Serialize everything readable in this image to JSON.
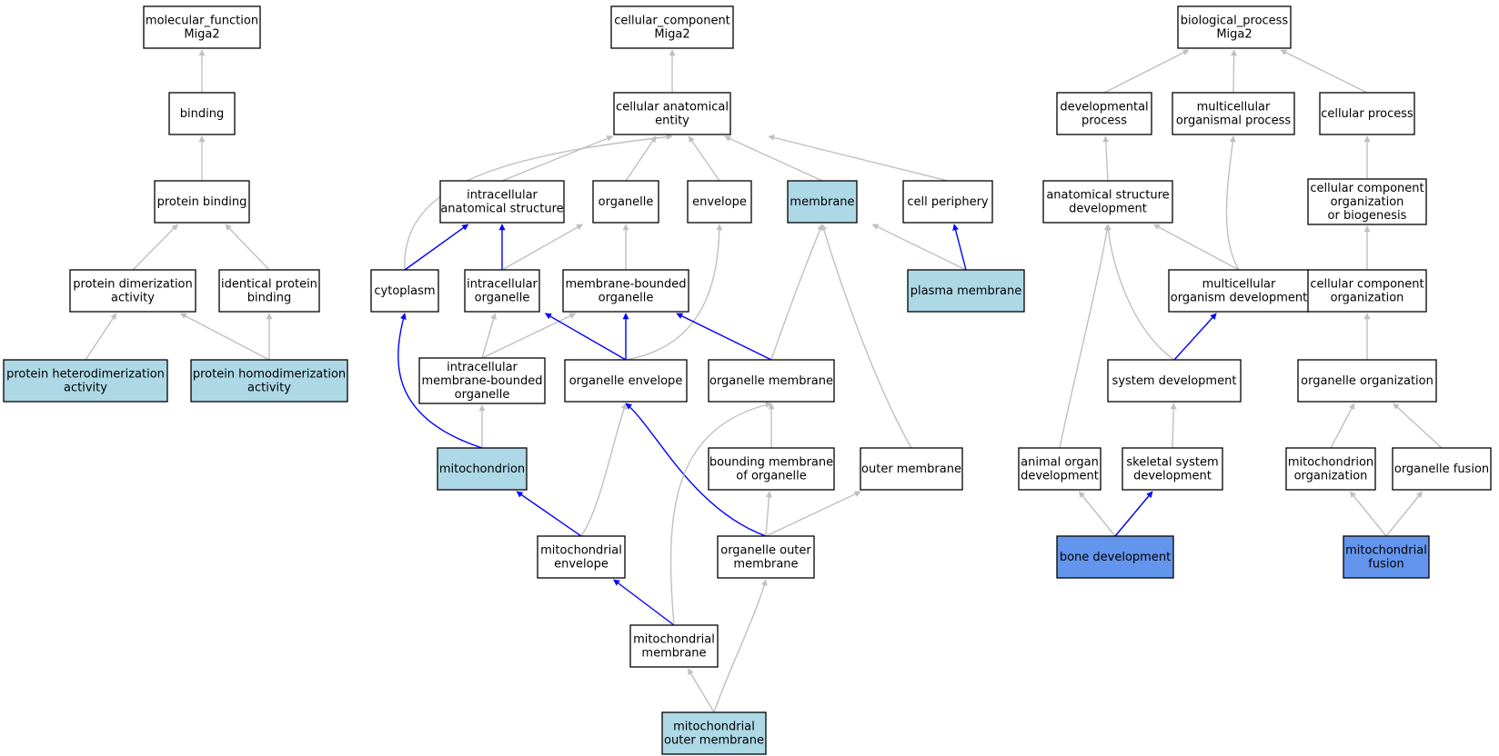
{
  "colors": {
    "default_fill": "#ffffff",
    "annotated_fill": "#add8e6",
    "direct_fill": "#6495ed",
    "edge_gray": "#c0c0c0",
    "edge_blue": "#0000ff"
  },
  "nodes": [
    {
      "id": "mf",
      "lines": [
        "molecular_function",
        "Miga2"
      ],
      "style": "default"
    },
    {
      "id": "binding",
      "lines": [
        "binding"
      ],
      "style": "default"
    },
    {
      "id": "protbind",
      "lines": [
        "protein binding"
      ],
      "style": "default"
    },
    {
      "id": "dimer",
      "lines": [
        "protein dimerization",
        "activity"
      ],
      "style": "default"
    },
    {
      "id": "identical",
      "lines": [
        "identical protein",
        "binding"
      ],
      "style": "default"
    },
    {
      "id": "hetero",
      "lines": [
        "protein heterodimerization",
        "activity"
      ],
      "style": "annotated"
    },
    {
      "id": "homo",
      "lines": [
        "protein homodimerization",
        "activity"
      ],
      "style": "annotated"
    },
    {
      "id": "cc",
      "lines": [
        "cellular_component",
        "Miga2"
      ],
      "style": "default"
    },
    {
      "id": "cae",
      "lines": [
        "cellular anatomical",
        "entity"
      ],
      "style": "default"
    },
    {
      "id": "ias",
      "lines": [
        "intracellular",
        "anatomical structure"
      ],
      "style": "default"
    },
    {
      "id": "organelle",
      "lines": [
        "organelle"
      ],
      "style": "default"
    },
    {
      "id": "envelope",
      "lines": [
        "envelope"
      ],
      "style": "default"
    },
    {
      "id": "membrane",
      "lines": [
        "membrane"
      ],
      "style": "annotated"
    },
    {
      "id": "cellper",
      "lines": [
        "cell periphery"
      ],
      "style": "default"
    },
    {
      "id": "cytoplasm",
      "lines": [
        "cytoplasm"
      ],
      "style": "default"
    },
    {
      "id": "intorg",
      "lines": [
        "intracellular",
        "organelle"
      ],
      "style": "default"
    },
    {
      "id": "mbo",
      "lines": [
        "membrane-bounded",
        "organelle"
      ],
      "style": "default"
    },
    {
      "id": "plasma",
      "lines": [
        "plasma membrane"
      ],
      "style": "annotated"
    },
    {
      "id": "imbo",
      "lines": [
        "intracellular",
        "membrane-bounded",
        "organelle"
      ],
      "style": "default"
    },
    {
      "id": "orgenv",
      "lines": [
        "organelle envelope"
      ],
      "style": "default"
    },
    {
      "id": "orgmem",
      "lines": [
        "organelle membrane"
      ],
      "style": "default"
    },
    {
      "id": "mito",
      "lines": [
        "mitochondrion"
      ],
      "style": "annotated"
    },
    {
      "id": "bmo",
      "lines": [
        "bounding membrane",
        "of organelle"
      ],
      "style": "default"
    },
    {
      "id": "outermem",
      "lines": [
        "outer membrane"
      ],
      "style": "default"
    },
    {
      "id": "mitoenv",
      "lines": [
        "mitochondrial",
        "envelope"
      ],
      "style": "default"
    },
    {
      "id": "orgouter",
      "lines": [
        "organelle outer",
        "membrane"
      ],
      "style": "default"
    },
    {
      "id": "mitomem",
      "lines": [
        "mitochondrial",
        "membrane"
      ],
      "style": "default"
    },
    {
      "id": "mitoouter",
      "lines": [
        "mitochondrial",
        "outer membrane"
      ],
      "style": "annotated"
    },
    {
      "id": "bp",
      "lines": [
        "biological_process",
        "Miga2"
      ],
      "style": "default"
    },
    {
      "id": "devproc",
      "lines": [
        "developmental",
        "process"
      ],
      "style": "default"
    },
    {
      "id": "multiproc",
      "lines": [
        "multicellular",
        "organismal process"
      ],
      "style": "default"
    },
    {
      "id": "cellproc",
      "lines": [
        "cellular process"
      ],
      "style": "default"
    },
    {
      "id": "asd",
      "lines": [
        "anatomical structure",
        "development"
      ],
      "style": "default"
    },
    {
      "id": "ccob",
      "lines": [
        "cellular component",
        "organization",
        "or biogenesis"
      ],
      "style": "default"
    },
    {
      "id": "mod",
      "lines": [
        "multicellular",
        "organism development"
      ],
      "style": "default"
    },
    {
      "id": "cco",
      "lines": [
        "cellular component",
        "organization"
      ],
      "style": "default"
    },
    {
      "id": "sysdev",
      "lines": [
        "system development"
      ],
      "style": "default"
    },
    {
      "id": "orgorg",
      "lines": [
        "organelle organization"
      ],
      "style": "default"
    },
    {
      "id": "aod",
      "lines": [
        "animal organ",
        "development"
      ],
      "style": "default"
    },
    {
      "id": "ssd",
      "lines": [
        "skeletal system",
        "development"
      ],
      "style": "default"
    },
    {
      "id": "mitoorg",
      "lines": [
        "mitochondrion",
        "organization"
      ],
      "style": "default"
    },
    {
      "id": "orgfusion",
      "lines": [
        "organelle fusion"
      ],
      "style": "default"
    },
    {
      "id": "bonedev",
      "lines": [
        "bone development"
      ],
      "style": "direct"
    },
    {
      "id": "mitofusion",
      "lines": [
        "mitochondrial",
        "fusion"
      ],
      "style": "direct"
    }
  ],
  "edges": [
    {
      "from": "binding",
      "to": "mf",
      "color": "gray"
    },
    {
      "from": "protbind",
      "to": "binding",
      "color": "gray"
    },
    {
      "from": "dimer",
      "to": "protbind",
      "color": "gray"
    },
    {
      "from": "identical",
      "to": "protbind",
      "color": "gray"
    },
    {
      "from": "hetero",
      "to": "dimer",
      "color": "gray"
    },
    {
      "from": "homo",
      "to": "dimer",
      "color": "gray"
    },
    {
      "from": "homo",
      "to": "identical",
      "color": "gray"
    },
    {
      "from": "cae",
      "to": "cc",
      "color": "gray"
    },
    {
      "from": "cytoplasm",
      "to": "cae",
      "color": "gray"
    },
    {
      "from": "ias",
      "to": "cae",
      "color": "gray"
    },
    {
      "from": "organelle",
      "to": "cae",
      "color": "gray"
    },
    {
      "from": "envelope",
      "to": "cae",
      "color": "gray"
    },
    {
      "from": "membrane",
      "to": "cae",
      "color": "gray"
    },
    {
      "from": "cellper",
      "to": "cae",
      "color": "gray"
    },
    {
      "from": "cytoplasm",
      "to": "ias",
      "color": "blue"
    },
    {
      "from": "intorg",
      "to": "ias",
      "color": "blue"
    },
    {
      "from": "intorg",
      "to": "organelle",
      "color": "gray"
    },
    {
      "from": "mbo",
      "to": "organelle",
      "color": "gray"
    },
    {
      "from": "plasma",
      "to": "membrane",
      "color": "gray"
    },
    {
      "from": "plasma",
      "to": "cellper",
      "color": "blue"
    },
    {
      "from": "imbo",
      "to": "intorg",
      "color": "gray"
    },
    {
      "from": "imbo",
      "to": "mbo",
      "color": "gray"
    },
    {
      "from": "orgenv",
      "to": "intorg",
      "color": "blue"
    },
    {
      "from": "orgenv",
      "to": "mbo",
      "color": "blue"
    },
    {
      "from": "orgenv",
      "to": "envelope",
      "color": "gray"
    },
    {
      "from": "orgmem",
      "to": "mbo",
      "color": "blue"
    },
    {
      "from": "orgmem",
      "to": "membrane",
      "color": "gray"
    },
    {
      "from": "outermem",
      "to": "membrane",
      "color": "gray"
    },
    {
      "from": "mito",
      "to": "cytoplasm",
      "color": "blue"
    },
    {
      "from": "mito",
      "to": "imbo",
      "color": "gray"
    },
    {
      "from": "bmo",
      "to": "orgmem",
      "color": "gray"
    },
    {
      "from": "mitoenv",
      "to": "mito",
      "color": "blue"
    },
    {
      "from": "mitoenv",
      "to": "orgenv",
      "color": "gray"
    },
    {
      "from": "orgouter",
      "to": "orgenv",
      "color": "blue"
    },
    {
      "from": "orgouter",
      "to": "bmo",
      "color": "gray"
    },
    {
      "from": "orgouter",
      "to": "outermem",
      "color": "gray"
    },
    {
      "from": "mitomem",
      "to": "mitoenv",
      "color": "blue"
    },
    {
      "from": "mitomem",
      "to": "orgmem",
      "color": "gray"
    },
    {
      "from": "mitoouter",
      "to": "mitomem",
      "color": "gray"
    },
    {
      "from": "mitoouter",
      "to": "orgouter",
      "color": "gray"
    },
    {
      "from": "devproc",
      "to": "bp",
      "color": "gray"
    },
    {
      "from": "multiproc",
      "to": "bp",
      "color": "gray"
    },
    {
      "from": "cellproc",
      "to": "bp",
      "color": "gray"
    },
    {
      "from": "asd",
      "to": "devproc",
      "color": "gray"
    },
    {
      "from": "mod",
      "to": "asd",
      "color": "gray"
    },
    {
      "from": "mod",
      "to": "multiproc",
      "color": "gray"
    },
    {
      "from": "sysdev",
      "to": "mod",
      "color": "blue"
    },
    {
      "from": "sysdev",
      "to": "asd",
      "color": "gray"
    },
    {
      "from": "aod",
      "to": "asd",
      "color": "gray"
    },
    {
      "from": "ssd",
      "to": "sysdev",
      "color": "gray"
    },
    {
      "from": "bonedev",
      "to": "aod",
      "color": "gray"
    },
    {
      "from": "bonedev",
      "to": "ssd",
      "color": "blue"
    },
    {
      "from": "ccob",
      "to": "cellproc",
      "color": "gray"
    },
    {
      "from": "cco",
      "to": "ccob",
      "color": "gray"
    },
    {
      "from": "orgorg",
      "to": "cco",
      "color": "gray"
    },
    {
      "from": "mitoorg",
      "to": "orgorg",
      "color": "gray"
    },
    {
      "from": "orgfusion",
      "to": "orgorg",
      "color": "gray"
    },
    {
      "from": "mitofusion",
      "to": "mitoorg",
      "color": "gray"
    },
    {
      "from": "mitofusion",
      "to": "orgfusion",
      "color": "gray"
    }
  ]
}
